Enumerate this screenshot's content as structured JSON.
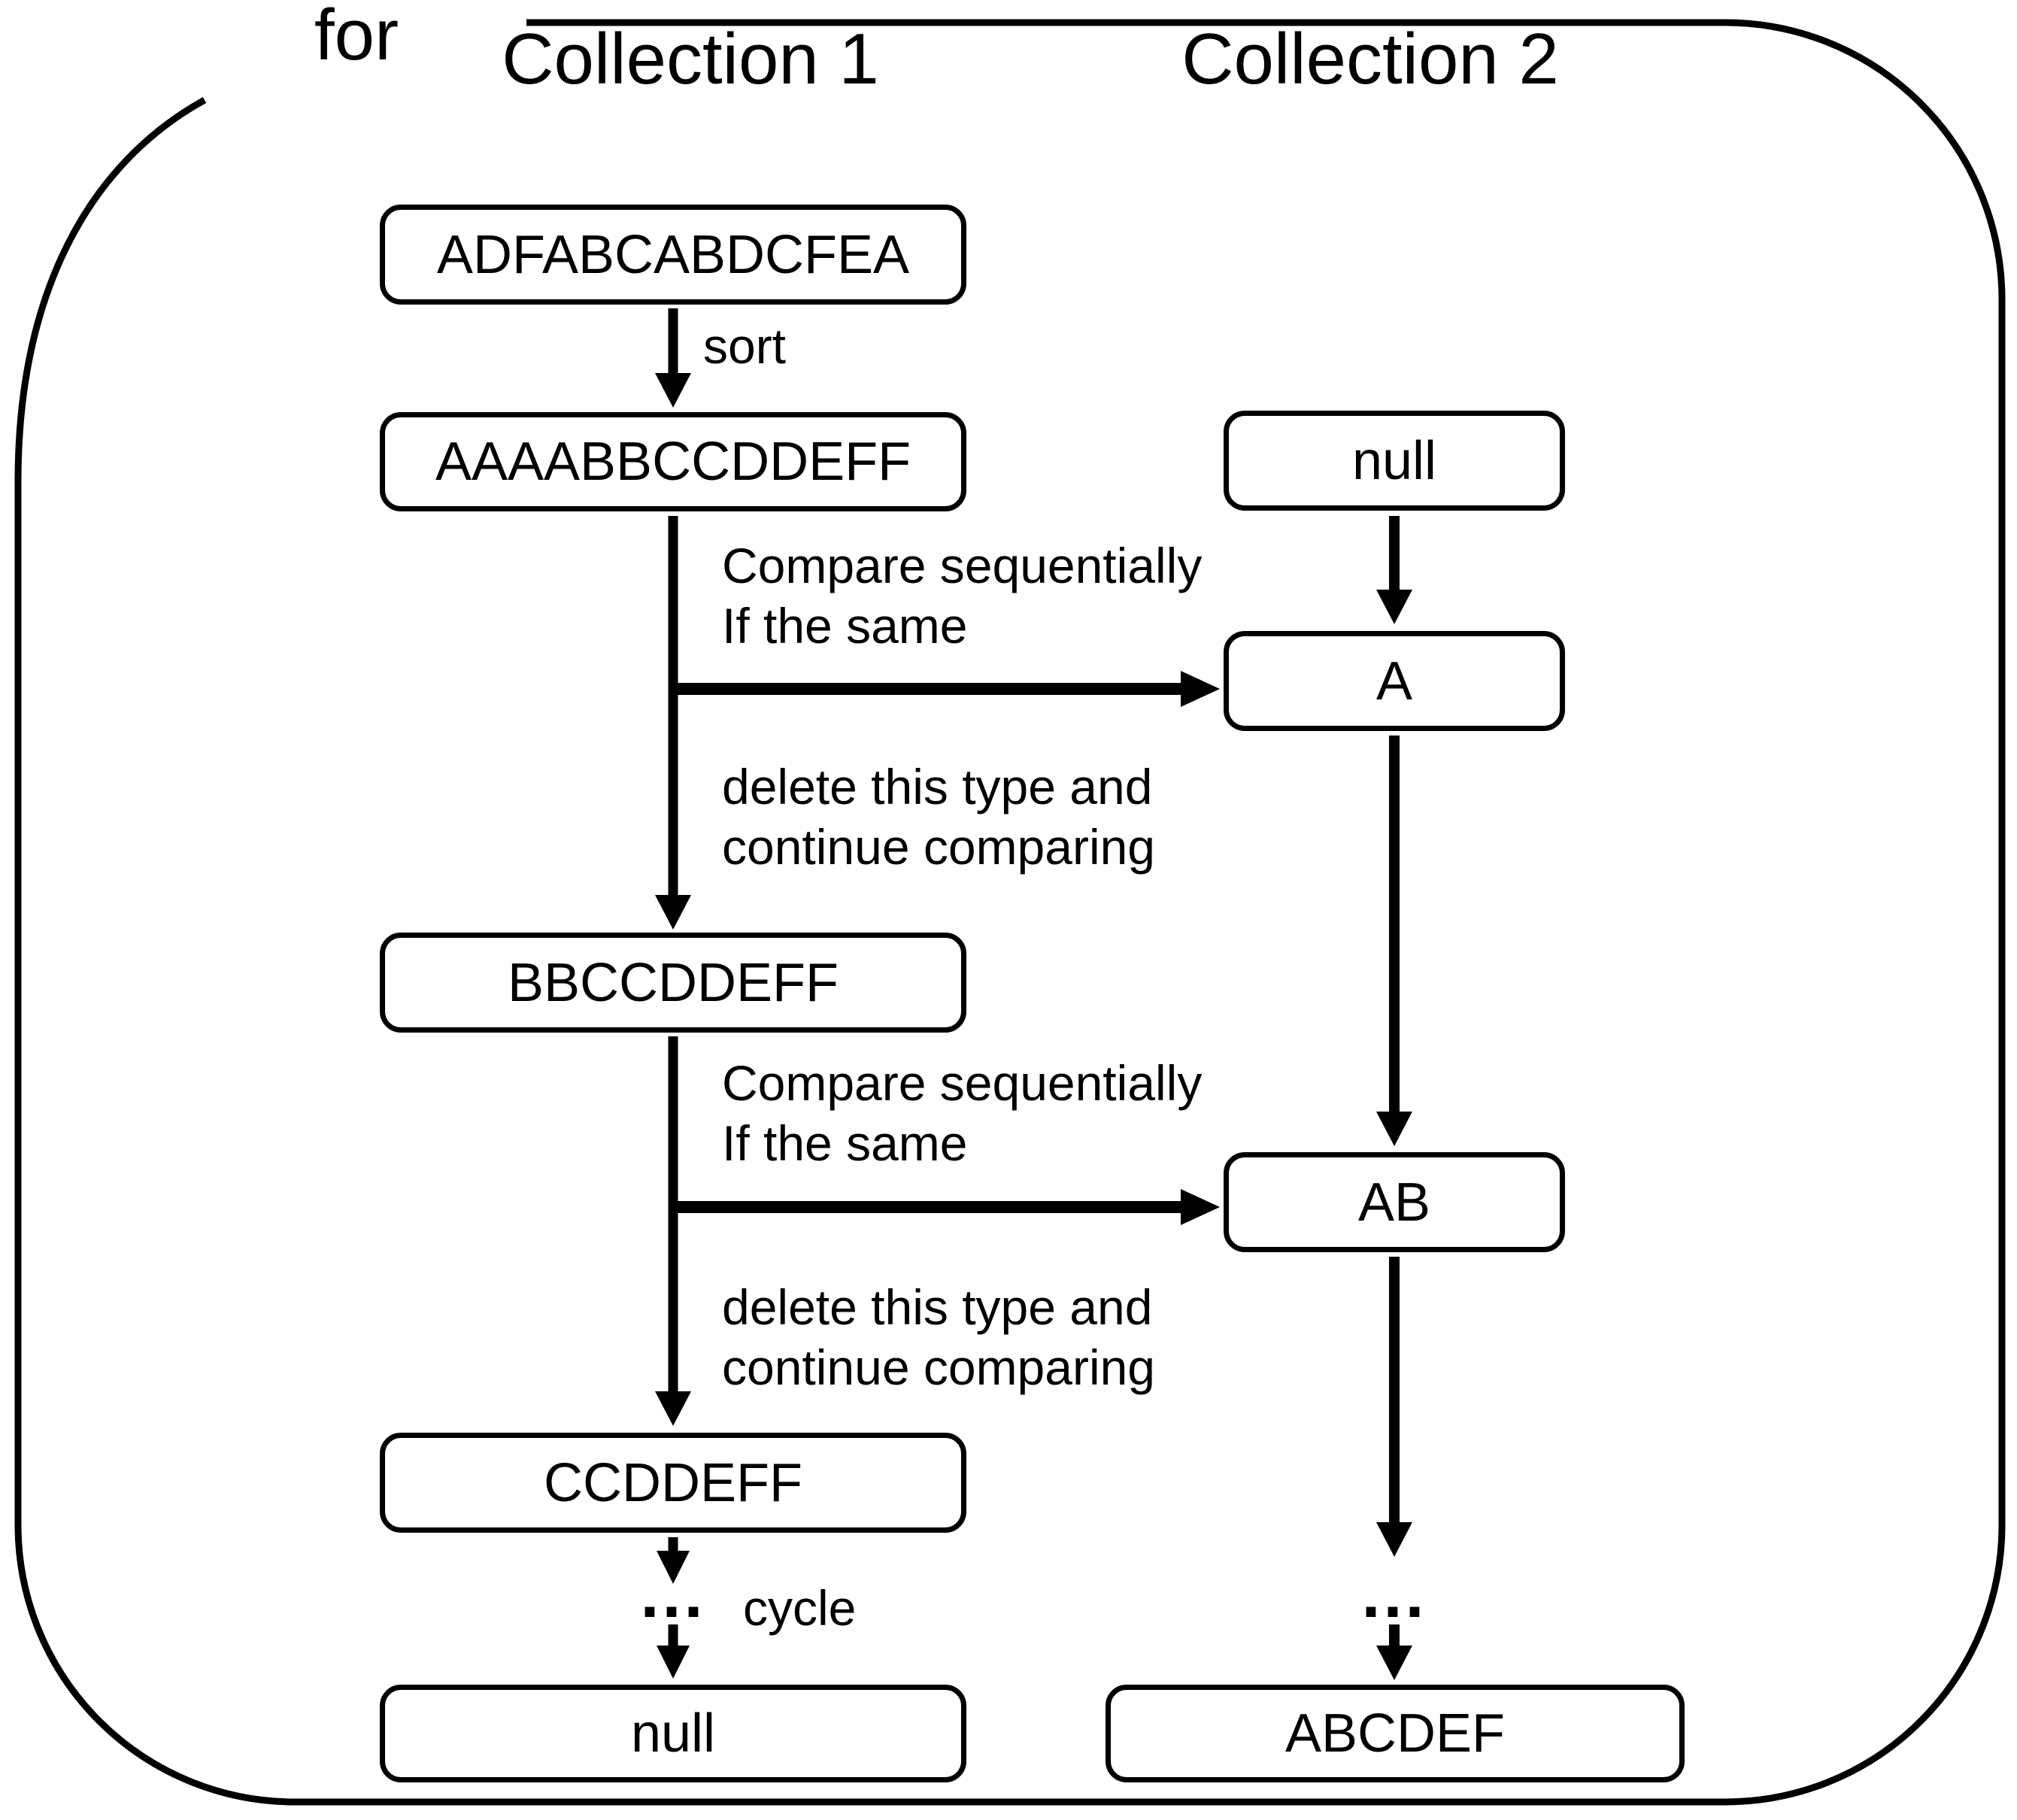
{
  "loop": {
    "keyword": "for"
  },
  "collection1": {
    "title": "Collection 1",
    "boxes": {
      "initial": "ADFABCABDCFEA",
      "sorted": "AAAABBCCDDEFF",
      "after_first_delete": "BBCCDDEFF",
      "after_second_delete": "CCDDEFF",
      "final": "null"
    }
  },
  "collection2": {
    "title": "Collection 2",
    "boxes": {
      "initial": "null",
      "first": "A",
      "second": "AB",
      "final": "ABCDEF"
    }
  },
  "labels": {
    "sort": "sort",
    "compare_line1": "Compare sequentially",
    "compare_line2": "If the same",
    "delete_line1": "delete this type and",
    "delete_line2": "continue comparing",
    "cycle": "cycle",
    "ellipsis": "..."
  },
  "colors": {
    "ink": "#000000",
    "background": "#ffffff"
  }
}
